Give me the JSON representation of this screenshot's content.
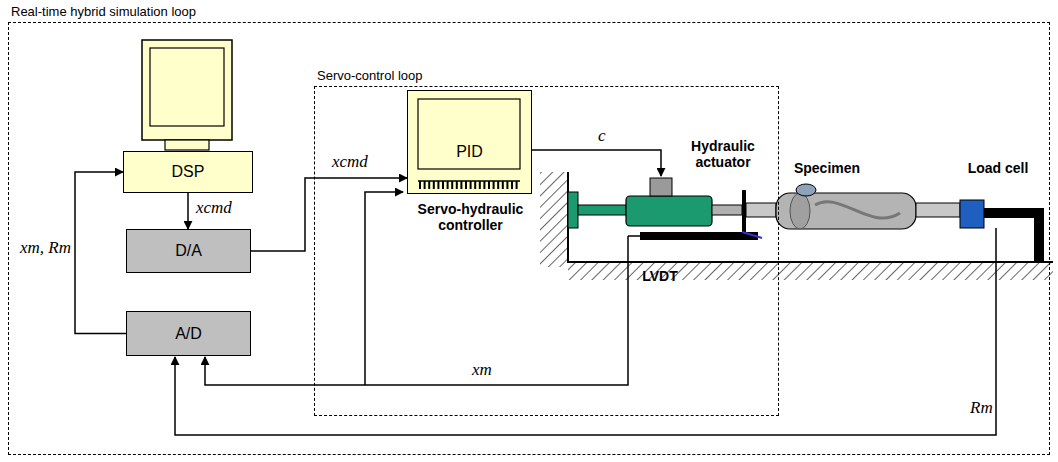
{
  "diagram": {
    "nodes": [
      {
        "text": [
          "Real-time hybrid simulation loop"
        ]
      },
      {
        "text": [
          "Servo-control loop"
        ],
        "in": 0
      },
      {
        "text": [
          "DSP"
        ],
        "in": 0
      },
      {
        "text": [
          "D/A"
        ],
        "in": 0
      },
      {
        "text": [
          "A/D"
        ],
        "in": 0
      },
      {
        "text": [
          "PID",
          "Servo-hydraulic controller"
        ],
        "in": 1
      }
    ],
    "edges": [
      {
        "from": 2,
        "to": 3,
        "label": "xcmd",
        "arrow": "to"
      },
      {
        "from": 3,
        "to": 5,
        "label": "xcmd",
        "arrow": "to"
      },
      {
        "from": 4,
        "to": 2,
        "label": "xm, Rm",
        "arrow": "to"
      }
    ],
    "labels": [
      "Hydraulic actuator",
      "Specimen",
      "Load cell",
      "LVDT",
      "c",
      "xm",
      "Rm"
    ]
  }
}
